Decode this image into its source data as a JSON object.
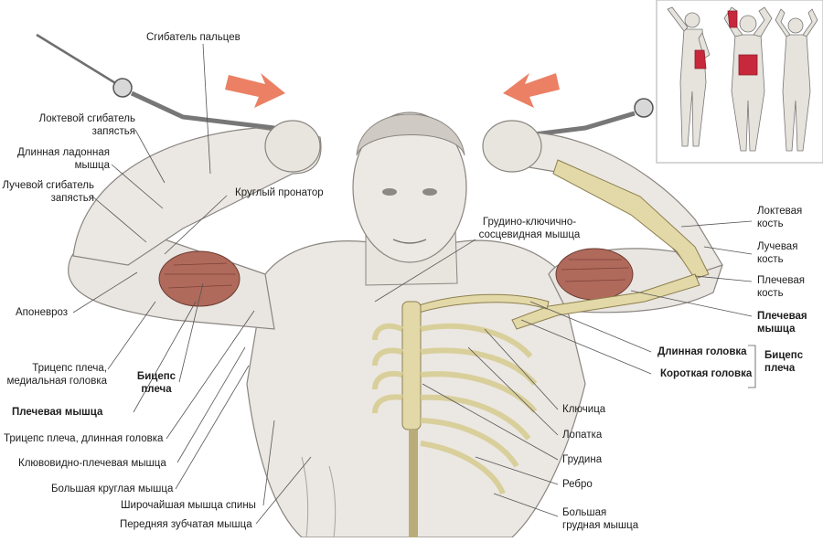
{
  "labels": {
    "finger_flexor": "Сгибатель пальцев",
    "ulnar_wrist_flexor_1": "Локтевой сгибатель",
    "ulnar_wrist_flexor_2": "запястья",
    "palmaris_longus_1": "Длинная ладонная",
    "palmaris_longus_2": "мышца",
    "radial_wrist_flexor_1": "Лучевой сгибатель",
    "radial_wrist_flexor_2": "запястья",
    "pronator_teres": "Круглый пронатор",
    "aponeurosis": "Апоневроз",
    "triceps_medial_1": "Трицепс плеча,",
    "triceps_medial_2": "медиальная головка",
    "biceps_left_1": "Бицепс",
    "biceps_left_2": "плеча",
    "brachialis_left": "Плечевая мышца",
    "triceps_long": "Трицепс плеча, длинная головка",
    "coracobrachialis": "Клювовидно-плечевая мышца",
    "teres_major": "Большая круглая мышца",
    "latissimus": "Широчайшая мышца спины",
    "serratus": "Передняя зубчатая мышца",
    "sternocleido_1": "Грудино-ключично-",
    "sternocleido_2": "сосцевидная мышца",
    "ulna_1": "Локтевая",
    "ulna_2": "кость",
    "radius_1": "Лучевая",
    "radius_2": "кость",
    "humerus_1": "Плечевая",
    "humerus_2": "кость",
    "brachialis_right_1": "Плечевая",
    "brachialis_right_2": "мышца",
    "long_head": "Длинная головка",
    "short_head": "Короткая головка",
    "biceps_right_1": "Бицепс",
    "biceps_right_2": "плеча",
    "clavicle": "Ключица",
    "scapula": "Лопатка",
    "sternum": "Грудина",
    "rib": "Ребро",
    "pectoralis_1": "Большая",
    "pectoralis_2": "грудная мышца"
  },
  "colors": {
    "skin": "#ebe7e2",
    "muscle_outline": "#8a8580",
    "highlight_muscle": "#b06a5c",
    "bone": "#e3d9a8",
    "arrow": "#e86a4a",
    "leader_line": "#555555",
    "inset_border": "#bbbbbb",
    "inset_highlight": "#c8283c"
  },
  "icons": {
    "left_arrow": "arrow-right-icon",
    "right_arrow": "arrow-left-icon"
  }
}
